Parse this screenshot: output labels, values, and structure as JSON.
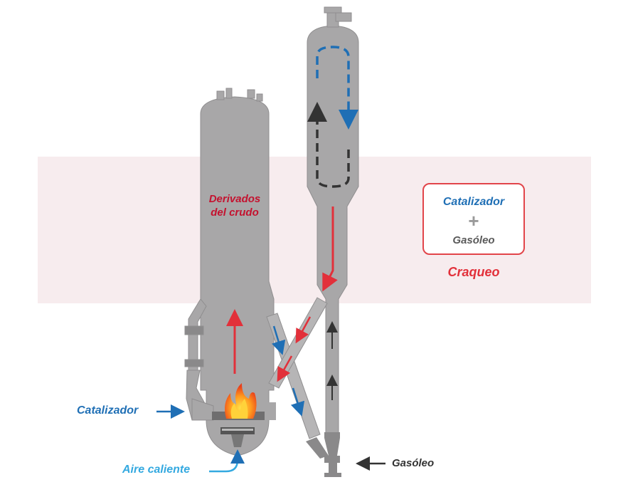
{
  "labels": {
    "derivados": "Derivados\ndel crudo",
    "catalizador_left": "Catalizador",
    "aire": "Aire caliente",
    "gasoleo_right": "Gasóleo",
    "box_catalizador": "Catalizador",
    "box_plus": "+",
    "box_gasoleo": "Gasóleo",
    "craqueo": "Craqueo"
  },
  "colors": {
    "band": "#f7ecee",
    "vessel": "#a8a7a8",
    "vessel_dark": "#8a898a",
    "red": "#e2303a",
    "dark_red": "#c4122f",
    "blue": "#1f6fb5",
    "light_blue": "#34a9e0",
    "black": "#333333",
    "gray_text": "#5a5a5a",
    "box_border": "#e2454a"
  },
  "icons": [
    "flame-icon",
    "burner-icon"
  ]
}
